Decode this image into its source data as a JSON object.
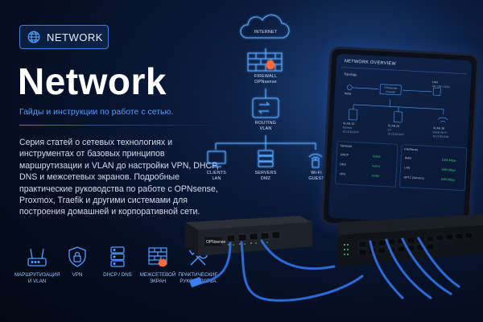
{
  "badge": {
    "label": "NETWORK"
  },
  "hero": {
    "title": "Network",
    "subtitle": "Гайды и инструкции по работе с сетью.",
    "description": "Серия статей о сетевых технологиях и инструментах от базовых принципов маршрутизации и VLAN до настройки VPN, DHCP, DNS и межсетевых экранов. Подробные практические руководства по работе с OPNsense, Proxmox, Traefik и другими системами для построения домашней и корпоративной сети."
  },
  "features": [
    {
      "icon": "router-icon",
      "label": "МАРШРУТИЗАЦИЯ И VLAN"
    },
    {
      "icon": "lock-icon",
      "label": "VPN"
    },
    {
      "icon": "server-icon",
      "label": "DHCP / DNS"
    },
    {
      "icon": "firewall-icon",
      "label": "МЕЖСЕТЕВОЙ ЭКРАН"
    },
    {
      "icon": "tools-icon",
      "label": "ПРАКТИЧЕСКИЕ РУКОВОДСТВА"
    }
  ],
  "diagram": {
    "internet": "INTERNET",
    "firewall_title": "FIREWALL",
    "firewall_sub": "OPNsense",
    "routing_title": "ROUTING",
    "routing_sub": "VLAN",
    "clients_title": "CLIENTS",
    "clients_sub": "LAN",
    "servers_title": "SERVERS",
    "servers_sub": "DMZ",
    "wifi_title": "Wi-Fi",
    "wifi_sub": "GUEST"
  },
  "tablet": {
    "title": "NETWORK OVERVIEW",
    "topology_label": "Topology",
    "wan": "WAN",
    "opnsense": "OPNsense Firewall",
    "lan": "LAN",
    "lan_addr": "192.168.1.0/24",
    "vlan1_name": "VLAN 10",
    "vlan1_role": "Servers",
    "vlan1_net": "10.10.10.0/24",
    "vlan2_name": "VLAN 20",
    "vlan2_role": "IoT",
    "vlan2_net": "10.10.20.0/24",
    "vlan3_name": "VLAN 30",
    "vlan3_role": "Guest Wi-Fi",
    "vlan3_net": "10.10.30.0/24",
    "services_label": "Services",
    "interfaces_label": "Interfaces",
    "services": [
      {
        "name": "DHCP",
        "status": "Active"
      },
      {
        "name": "DNS",
        "status": "Active"
      },
      {
        "name": "VPN",
        "status": "Active"
      }
    ],
    "interfaces": [
      {
        "name": "WAN",
        "speed": "1000 Mbps"
      },
      {
        "name": "LAN",
        "speed": "1000 Mbps"
      },
      {
        "name": "OPT1 (Servers)",
        "speed": "1000 Mbps"
      }
    ]
  },
  "device": {
    "brand": "OPNsense"
  },
  "colors": {
    "accent": "#3d7ee0",
    "subtitle": "#4f9dff",
    "active": "#3fd57a",
    "firewall": "#ff6a3d"
  }
}
